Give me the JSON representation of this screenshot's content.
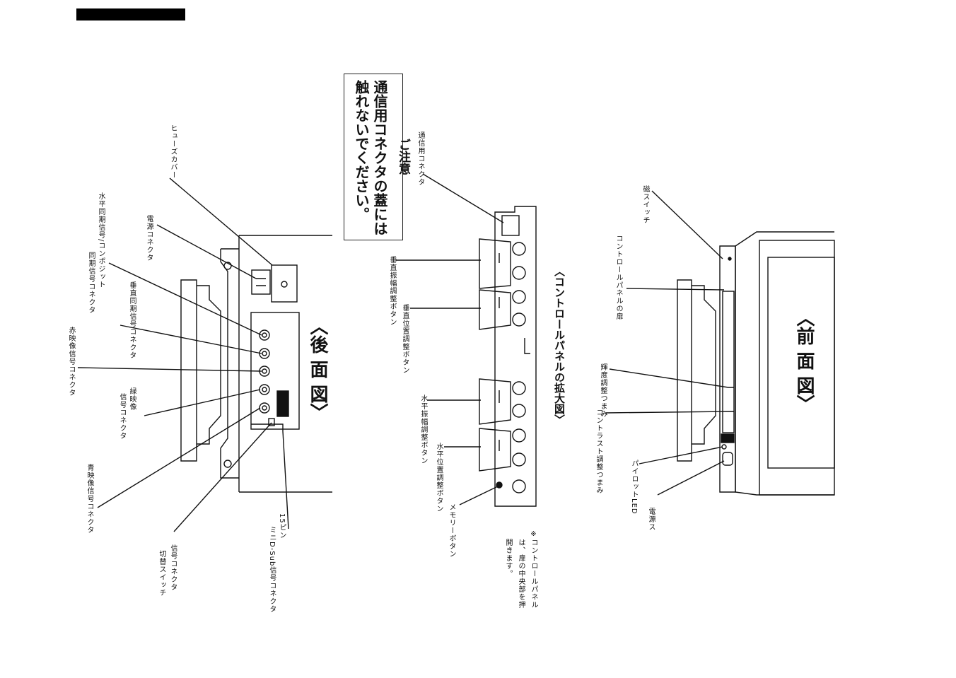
{
  "header_bar": {
    "color": "#000000"
  },
  "caution": {
    "heading": "ご注意",
    "line1": "通信用コネクタの蓋には",
    "line2": "触れないでください。"
  },
  "rear": {
    "title": "〈後 面 図〉",
    "labels": {
      "fuse_cover": "ヒューズカバー",
      "power_connector": "電源コネクタ",
      "hsync_1": "水平同期信号/コンポジット",
      "hsync_2": "同期信号コネクタ",
      "vsync": "垂直同期信号コネクタ",
      "red": "赤映像信号コネクタ",
      "green_1": "緑映像",
      "green_2": "信号コネクタ",
      "blue": "青映像信号コネクタ",
      "switch_1": "信号コネクタ",
      "switch_2": "切替スイッチ",
      "dsub_1": "15ピン",
      "dsub_2": "ミニD-Sub信号コネクタ"
    }
  },
  "panel": {
    "title": "〈コントロールパネルの拡大図〉",
    "labels": {
      "comm_connector": "通信用コネクタ",
      "v_size": "垂直振幅調整ボタン",
      "v_pos": "垂直位置調整ボタン",
      "h_size": "水平振幅調整ボタン",
      "h_pos": "水平位置調整ボタン",
      "memory": "メモリーボタン"
    },
    "note_1": "※コントロールパネル",
    "note_2": "は、扉の中央部を押",
    "note_3": "開きます。"
  },
  "front": {
    "title": "〈前 面 図〉",
    "labels": {
      "degauss": "磁スイッチ",
      "panel_door": "コントロールパネルの扉",
      "brightness": "輝度調整つまみ",
      "contrast": "コントラスト調整つまみ",
      "pilot": "パイロットLED",
      "power": "電源ス"
    }
  }
}
